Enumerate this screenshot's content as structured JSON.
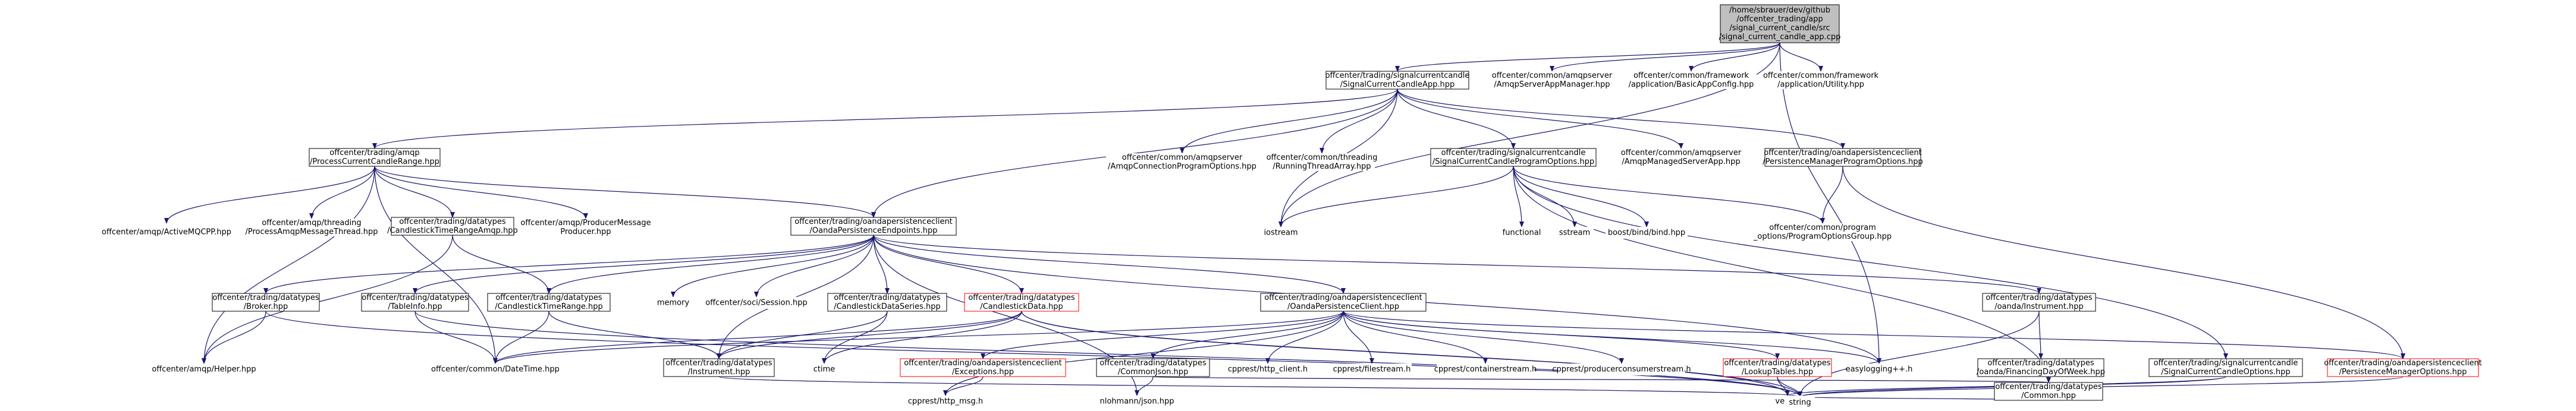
{
  "colors": {
    "edge": "#191970",
    "box_border_default": "#000000",
    "box_border_missing": "#ff0000",
    "text": "#000000",
    "root_fill": "#bfbfbf",
    "box_fill": "#ffffff"
  },
  "nodes": [
    {
      "id": "root",
      "lines": [
        "/home/sbrauer/dev/github",
        "/offcenter_trading/app",
        "/signal_current_candle/src",
        "/signal_current_candle_app.cpp"
      ],
      "style": "root"
    },
    {
      "id": "sccapp",
      "lines": [
        "offcenter/trading/signalcurrentcandle",
        "/SignalCurrentCandleApp.hpp"
      ],
      "style": "box"
    },
    {
      "id": "amqpmgr",
      "lines": [
        "offcenter/common/amqpserver",
        "/AmqpServerAppManager.hpp"
      ],
      "style": "plain"
    },
    {
      "id": "basicappcfg",
      "lines": [
        "offcenter/common/framework",
        "/application/BasicAppConfig.hpp"
      ],
      "style": "plain"
    },
    {
      "id": "utility",
      "lines": [
        "offcenter/common/framework",
        "/application/Utility.hpp"
      ],
      "style": "plain"
    },
    {
      "id": "pccr",
      "lines": [
        "offcenter/trading/amqp",
        "/ProcessCurrentCandleRange.hpp"
      ],
      "style": "box"
    },
    {
      "id": "amqpconn",
      "lines": [
        "offcenter/common/amqpserver",
        "/AmqpConnectionProgramOptions.hpp"
      ],
      "style": "plain"
    },
    {
      "id": "runthread",
      "lines": [
        "offcenter/common/threading",
        "/RunningThreadArray.hpp"
      ],
      "style": "plain"
    },
    {
      "id": "sccprog",
      "lines": [
        "offcenter/trading/signalcurrentcandle",
        "/SignalCurrentCandleProgramOptions.hpp"
      ],
      "style": "box"
    },
    {
      "id": "amqpmanaged",
      "lines": [
        "offcenter/common/amqpserver",
        "/AmqpManagedServerApp.hpp"
      ],
      "style": "plain"
    },
    {
      "id": "pmprog",
      "lines": [
        "offcenter/trading/oandapersistenceclient",
        "/PersistenceManagerProgramOptions.hpp"
      ],
      "style": "box"
    },
    {
      "id": "activemq",
      "lines": [
        "offcenter/amqp/ActiveMQCPP.hpp"
      ],
      "style": "plain"
    },
    {
      "id": "pamt",
      "lines": [
        "offcenter/amqp/threading",
        "/ProcessAmqpMessageThread.hpp"
      ],
      "style": "plain"
    },
    {
      "id": "ctrangeamqp",
      "lines": [
        "offcenter/trading/datatypes",
        "/CandlestickTimeRangeAmqp.hpp"
      ],
      "style": "box"
    },
    {
      "id": "producer",
      "lines": [
        "offcenter/amqp/ProducerMessage",
        "Producer.hpp"
      ],
      "style": "plain"
    },
    {
      "id": "ope",
      "lines": [
        "offcenter/trading/oandapersistenceclient",
        "/OandaPersistenceEndpoints.hpp"
      ],
      "style": "box"
    },
    {
      "id": "iostream",
      "lines": [
        "iostream"
      ],
      "style": "plain"
    },
    {
      "id": "functional",
      "lines": [
        "functional"
      ],
      "style": "plain"
    },
    {
      "id": "sstream",
      "lines": [
        "sstream"
      ],
      "style": "plain"
    },
    {
      "id": "boostbind",
      "lines": [
        "boost/bind/bind.hpp"
      ],
      "style": "plain"
    },
    {
      "id": "progoptgroup",
      "lines": [
        "offcenter/common/program",
        "_options/ProgramOptionsGroup.hpp"
      ],
      "style": "plain"
    },
    {
      "id": "broker",
      "lines": [
        "offcenter/trading/datatypes",
        "/Broker.hpp"
      ],
      "style": "box"
    },
    {
      "id": "tableinfo",
      "lines": [
        "offcenter/trading/datatypes",
        "/TableInfo.hpp"
      ],
      "style": "box"
    },
    {
      "id": "ctrange",
      "lines": [
        "offcenter/trading/datatypes",
        "/CandlestickTimeRange.hpp"
      ],
      "style": "box"
    },
    {
      "id": "memory",
      "lines": [
        "memory"
      ],
      "style": "plain"
    },
    {
      "id": "session",
      "lines": [
        "offcenter/soci/Session.hpp"
      ],
      "style": "plain"
    },
    {
      "id": "cdseries",
      "lines": [
        "offcenter/trading/datatypes",
        "/CandlestickDataSeries.hpp"
      ],
      "style": "box"
    },
    {
      "id": "cdata",
      "lines": [
        "offcenter/trading/datatypes",
        "/CandlestickData.hpp"
      ],
      "style": "red"
    },
    {
      "id": "opclient",
      "lines": [
        "offcenter/trading/oandapersistenceclient",
        "/OandaPersistenceClient.hpp"
      ],
      "style": "box"
    },
    {
      "id": "oinstrument",
      "lines": [
        "offcenter/trading/datatypes",
        "/oanda/Instrument.hpp"
      ],
      "style": "box"
    },
    {
      "id": "helper",
      "lines": [
        "offcenter/amqp/Helper.hpp"
      ],
      "style": "plain"
    },
    {
      "id": "datetime",
      "lines": [
        "offcenter/common/DateTime.hpp"
      ],
      "style": "plain"
    },
    {
      "id": "instrument",
      "lines": [
        "offcenter/trading/datatypes",
        "/Instrument.hpp"
      ],
      "style": "box"
    },
    {
      "id": "ctime",
      "lines": [
        "ctime"
      ],
      "style": "plain"
    },
    {
      "id": "exceptions",
      "lines": [
        "offcenter/trading/oandapersistenceclient",
        "/Exceptions.hpp"
      ],
      "style": "red"
    },
    {
      "id": "commonjson",
      "lines": [
        "offcenter/trading/datatypes",
        "/CommonJson.hpp"
      ],
      "style": "box"
    },
    {
      "id": "httpclient",
      "lines": [
        "cpprest/http_client.h"
      ],
      "style": "plain"
    },
    {
      "id": "filestream",
      "lines": [
        "cpprest/filestream.h"
      ],
      "style": "plain"
    },
    {
      "id": "containerstream",
      "lines": [
        "cpprest/containerstream.h"
      ],
      "style": "plain"
    },
    {
      "id": "prodcons",
      "lines": [
        "cpprest/producerconsumerstream.h"
      ],
      "style": "plain"
    },
    {
      "id": "lookup",
      "lines": [
        "offcenter/trading/datatypes",
        "/LookupTables.hpp"
      ],
      "style": "red"
    },
    {
      "id": "easylog",
      "lines": [
        "easylogging++.h"
      ],
      "style": "plain"
    },
    {
      "id": "financing",
      "lines": [
        "offcenter/trading/datatypes",
        "/oanda/FinancingDayOfWeek.hpp"
      ],
      "style": "box"
    },
    {
      "id": "sccopts",
      "lines": [
        "offcenter/trading/signalcurrentcandle",
        "/SignalCurrentCandleOptions.hpp"
      ],
      "style": "box"
    },
    {
      "id": "pmopts",
      "lines": [
        "offcenter/trading/oandapersistenceclient",
        "/PersistenceManagerOptions.hpp"
      ],
      "style": "red"
    },
    {
      "id": "httpmsg",
      "lines": [
        "cpprest/http_msg.h"
      ],
      "style": "plain"
    },
    {
      "id": "nlohmann",
      "lines": [
        "nlohmann/json.hpp"
      ],
      "style": "plain"
    },
    {
      "id": "vector",
      "lines": [
        "vector"
      ],
      "style": "plain"
    },
    {
      "id": "common",
      "lines": [
        "offcenter/trading/datatypes",
        "/Common.hpp"
      ],
      "style": "box"
    },
    {
      "id": "string",
      "lines": [
        "string"
      ],
      "style": "plain"
    }
  ],
  "edges": [
    [
      "root",
      "sccapp"
    ],
    [
      "root",
      "amqpmgr"
    ],
    [
      "root",
      "basicappcfg"
    ],
    [
      "root",
      "utility"
    ],
    [
      "root",
      "iostream"
    ],
    [
      "root",
      "easylog"
    ],
    [
      "sccapp",
      "pccr"
    ],
    [
      "sccapp",
      "amqpconn"
    ],
    [
      "sccapp",
      "runthread"
    ],
    [
      "sccapp",
      "sccprog"
    ],
    [
      "sccapp",
      "amqpmanaged"
    ],
    [
      "sccapp",
      "pmprog"
    ],
    [
      "sccapp",
      "ope"
    ],
    [
      "sccapp",
      "iostream"
    ],
    [
      "pccr",
      "activemq"
    ],
    [
      "pccr",
      "pamt"
    ],
    [
      "pccr",
      "ctrangeamqp"
    ],
    [
      "pccr",
      "producer"
    ],
    [
      "pccr",
      "helper"
    ],
    [
      "pccr",
      "ope"
    ],
    [
      "pccr",
      "datetime"
    ],
    [
      "sccprog",
      "iostream"
    ],
    [
      "sccprog",
      "functional"
    ],
    [
      "sccprog",
      "sstream"
    ],
    [
      "sccprog",
      "boostbind"
    ],
    [
      "sccprog",
      "progoptgroup"
    ],
    [
      "sccprog",
      "sccopts"
    ],
    [
      "sccprog",
      "common"
    ],
    [
      "pmprog",
      "progoptgroup"
    ],
    [
      "pmprog",
      "pmopts"
    ],
    [
      "ctrangeamqp",
      "ctrange"
    ],
    [
      "ctrangeamqp",
      "helper"
    ],
    [
      "ope",
      "broker"
    ],
    [
      "ope",
      "tableinfo"
    ],
    [
      "ope",
      "ctrange"
    ],
    [
      "ope",
      "memory"
    ],
    [
      "ope",
      "session"
    ],
    [
      "ope",
      "cdseries"
    ],
    [
      "ope",
      "cdata"
    ],
    [
      "ope",
      "opclient"
    ],
    [
      "ope",
      "oinstrument"
    ],
    [
      "ope",
      "instrument"
    ],
    [
      "ope",
      "nlohmann"
    ],
    [
      "ope",
      "easylog"
    ],
    [
      "broker",
      "helper"
    ],
    [
      "broker",
      "string"
    ],
    [
      "tableinfo",
      "datetime"
    ],
    [
      "tableinfo",
      "string"
    ],
    [
      "ctrange",
      "datetime"
    ],
    [
      "ctrange",
      "instrument"
    ],
    [
      "cdseries",
      "instrument"
    ],
    [
      "cdseries",
      "ctime"
    ],
    [
      "cdata",
      "instrument"
    ],
    [
      "cdata",
      "ctime"
    ],
    [
      "cdata",
      "datetime"
    ],
    [
      "cdata",
      "string"
    ],
    [
      "cdata",
      "vector"
    ],
    [
      "opclient",
      "exceptions"
    ],
    [
      "opclient",
      "commonjson"
    ],
    [
      "opclient",
      "httpclient"
    ],
    [
      "opclient",
      "filestream"
    ],
    [
      "opclient",
      "containerstream"
    ],
    [
      "opclient",
      "prodcons"
    ],
    [
      "opclient",
      "lookup"
    ],
    [
      "opclient",
      "easylog"
    ],
    [
      "opclient",
      "pmopts"
    ],
    [
      "opclient",
      "datetime"
    ],
    [
      "opclient",
      "httpmsg"
    ],
    [
      "exceptions",
      "httpmsg"
    ],
    [
      "commonjson",
      "nlohmann"
    ],
    [
      "commonjson",
      "common"
    ],
    [
      "lookup",
      "string"
    ],
    [
      "lookup",
      "vector"
    ],
    [
      "oinstrument",
      "financing"
    ],
    [
      "oinstrument",
      "string"
    ],
    [
      "sccopts",
      "vector"
    ],
    [
      "sccopts",
      "string"
    ],
    [
      "pmopts",
      "string"
    ],
    [
      "instrument",
      "string"
    ],
    [
      "common",
      "string"
    ]
  ]
}
